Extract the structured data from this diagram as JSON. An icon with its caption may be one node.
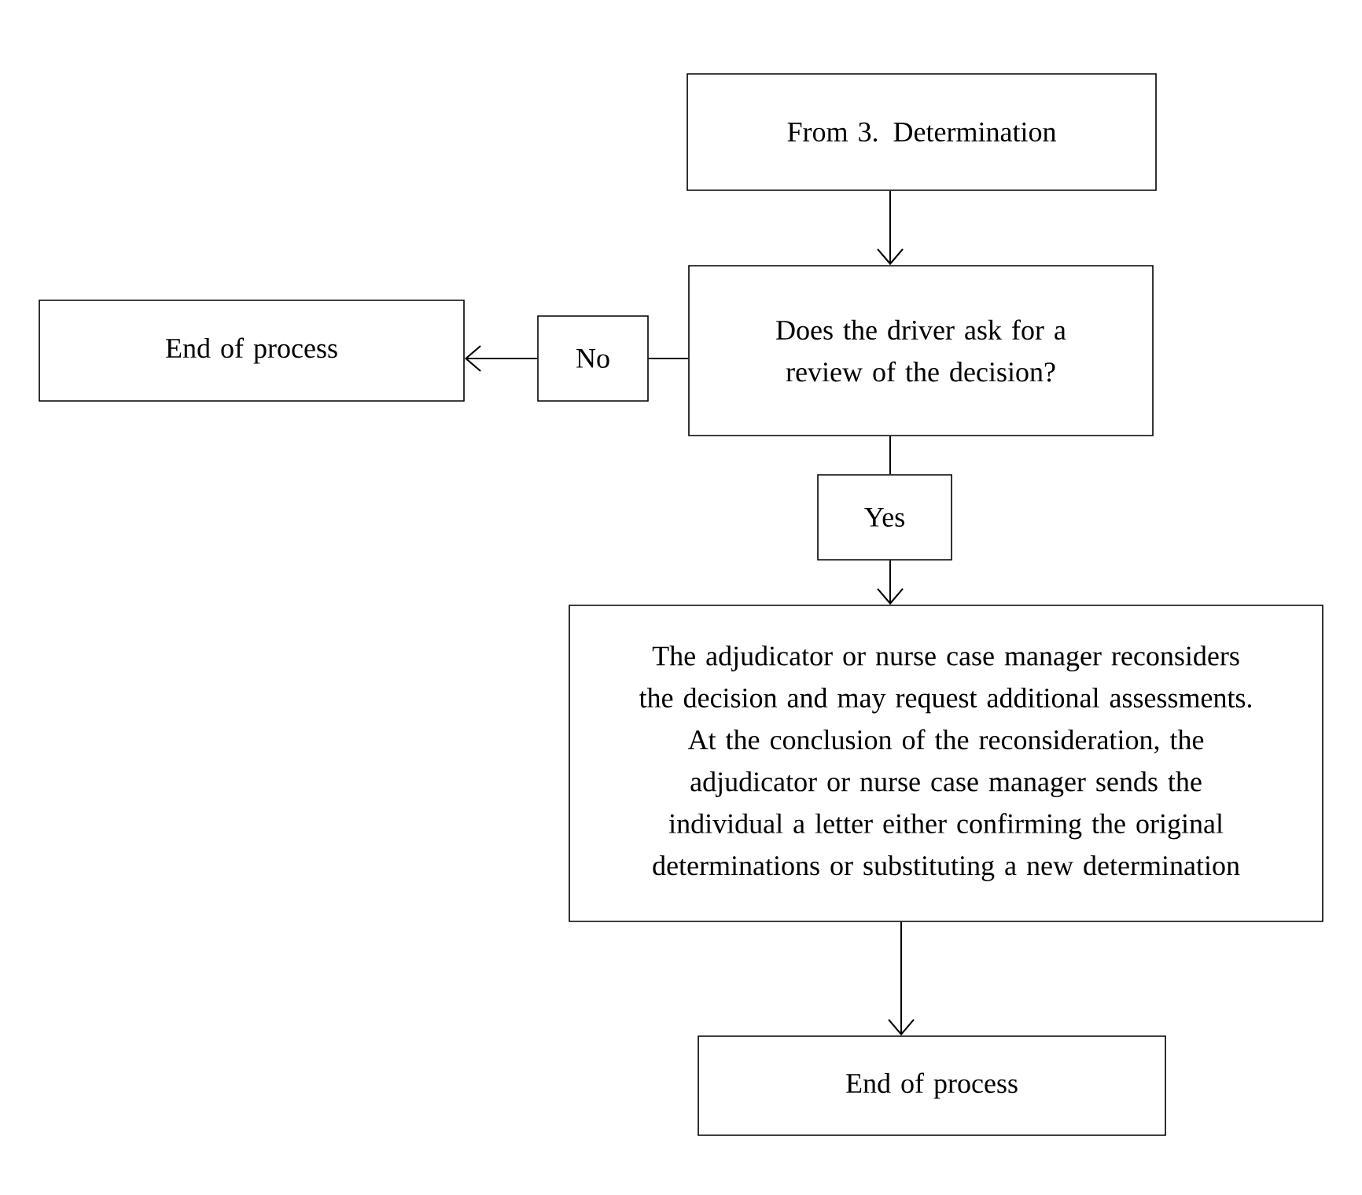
{
  "diagram": {
    "nodes": [
      {
        "text": [
          "From 3. Determination"
        ]
      },
      {
        "text": [
          "Does the driver ask for a review of the decision?"
        ]
      },
      {
        "text": [
          "No"
        ]
      },
      {
        "text": [
          "End of process"
        ]
      },
      {
        "text": [
          "Yes"
        ]
      },
      {
        "text": [
          "The adjudicator or nurse case manager reconsiders the decision and may request additional assessments. At the conclusion of the reconsideration, the adjudicator or nurse case manager sends the individual a letter either confirming the original determinations or substituting a new determination"
        ]
      },
      {
        "text": [
          "End of process"
        ]
      }
    ],
    "edges": [
      {
        "from": 0,
        "to": 1,
        "arrow": "to"
      },
      {
        "from": 1,
        "to": 2,
        "arrow": "none"
      },
      {
        "from": 2,
        "to": 3,
        "arrow": "to"
      },
      {
        "from": 1,
        "to": 4,
        "arrow": "none"
      },
      {
        "from": 4,
        "to": 5,
        "arrow": "to"
      },
      {
        "from": 5,
        "to": 6,
        "arrow": "to"
      }
    ]
  }
}
